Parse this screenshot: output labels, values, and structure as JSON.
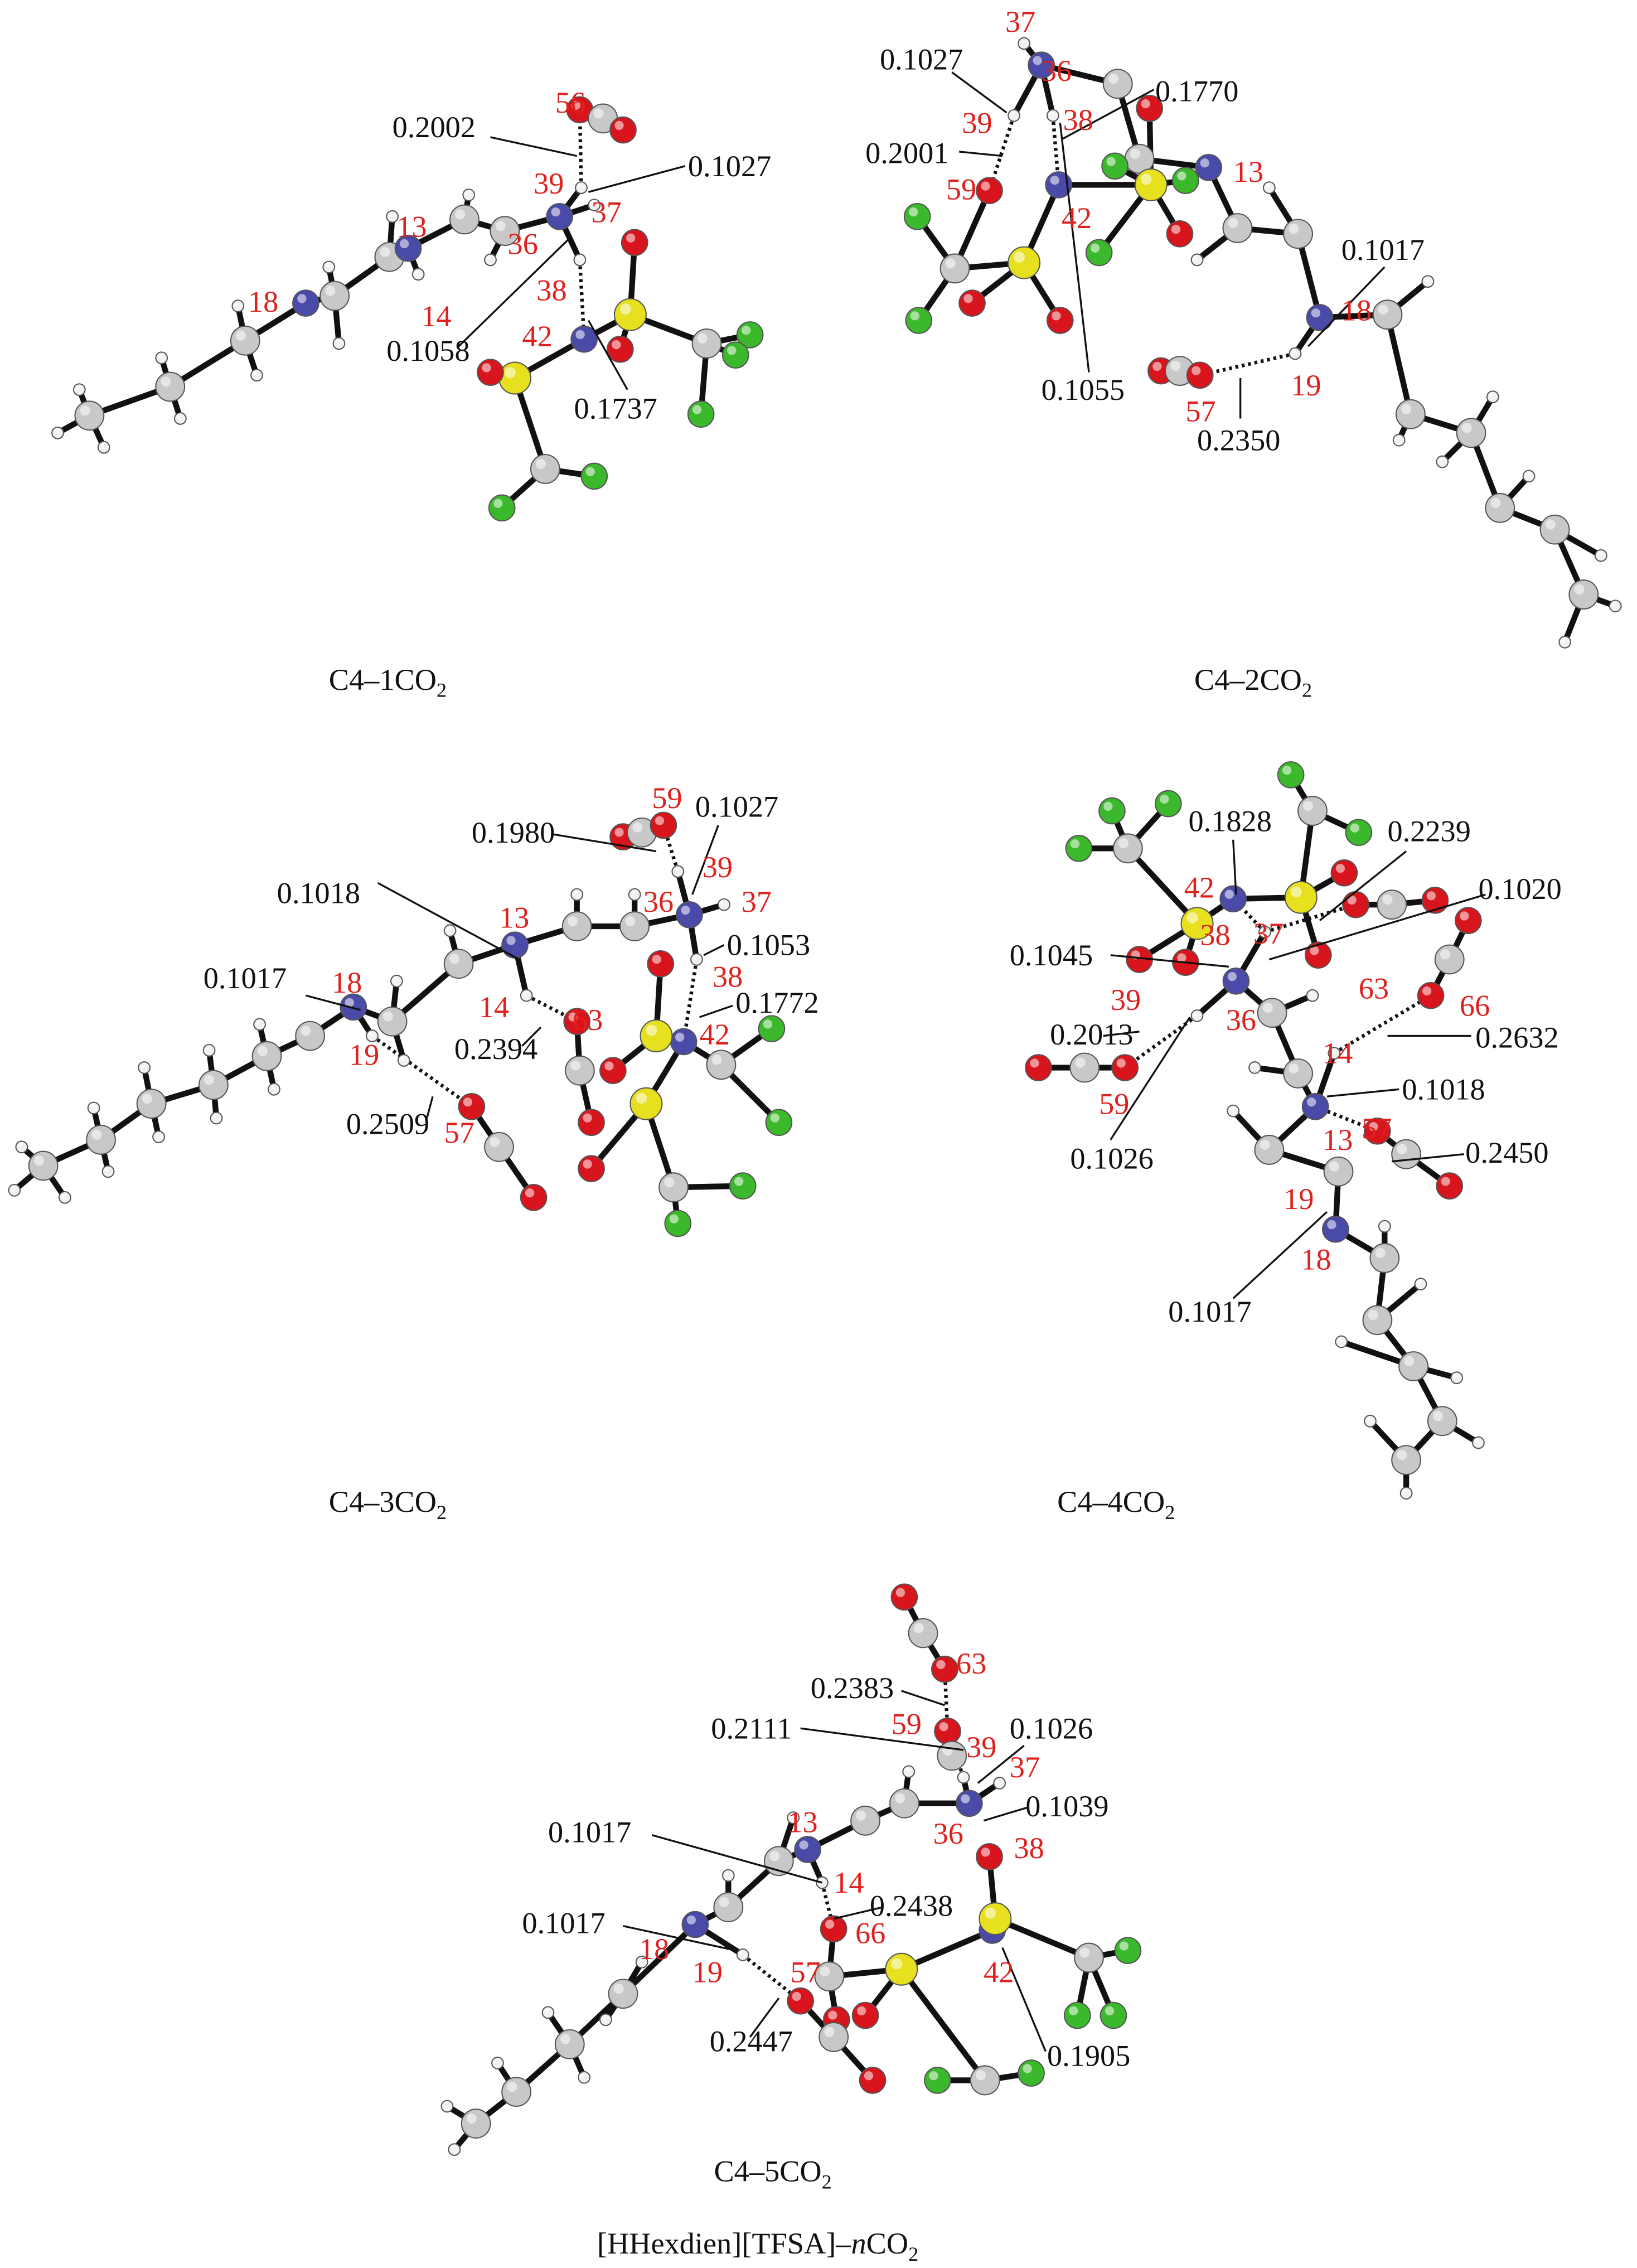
{
  "figure_title": {
    "main": "[HHexdien][TFSA]–",
    "italic": "n",
    "tail": "CO",
    "sub": "2"
  },
  "atom_colors": {
    "C": "#c8c8c8",
    "N": "#4a4aa8",
    "O": "#d8141c",
    "S": "#e6e01e",
    "F": "#3cb82c",
    "H": "#f2f2f2"
  },
  "panels": [
    {
      "caption": {
        "main": "C4–1CO",
        "sub": "2"
      },
      "atom_labels": [
        "56",
        "39",
        "37",
        "13",
        "36",
        "18",
        "14",
        "38",
        "42"
      ],
      "distances": [
        "0.2002",
        "0.1027",
        "0.1058",
        "0.1737"
      ]
    },
    {
      "caption": {
        "main": "C4–2CO",
        "sub": "2"
      },
      "atom_labels": [
        "37",
        "36",
        "38",
        "39",
        "59",
        "13",
        "42",
        "18",
        "57",
        "19"
      ],
      "distances": [
        "0.1027",
        "0.1770",
        "0.2001",
        "0.1017",
        "0.1055",
        "0.2350"
      ]
    },
    {
      "caption": {
        "main": "C4–3CO",
        "sub": "2"
      },
      "atom_labels": [
        "59",
        "39",
        "37",
        "13",
        "36",
        "18",
        "14",
        "63",
        "38",
        "42",
        "19",
        "57"
      ],
      "distances": [
        "0.1027",
        "0.1980",
        "0.1018",
        "0.1053",
        "0.1017",
        "0.1772",
        "0.2394",
        "0.2509"
      ]
    },
    {
      "caption": {
        "main": "C4–4CO",
        "sub": "2"
      },
      "atom_labels": [
        "42",
        "38",
        "37",
        "63",
        "39",
        "36",
        "66",
        "59",
        "14",
        "57",
        "13",
        "19",
        "18"
      ],
      "distances": [
        "0.1828",
        "0.2239",
        "0.1020",
        "0.1045",
        "0.2013",
        "0.2632",
        "0.1018",
        "0.1026",
        "0.2450",
        "0.1017"
      ]
    },
    {
      "caption": {
        "main": "C4–5CO",
        "sub": "2"
      },
      "atom_labels": [
        "63",
        "59",
        "39",
        "37",
        "13",
        "36",
        "38",
        "14",
        "66",
        "18",
        "19",
        "57",
        "42"
      ],
      "distances": [
        "0.2383",
        "0.2111",
        "0.1026",
        "0.1039",
        "0.1017",
        "0.2438",
        "0.1017",
        "0.2447",
        "0.1905"
      ]
    }
  ]
}
